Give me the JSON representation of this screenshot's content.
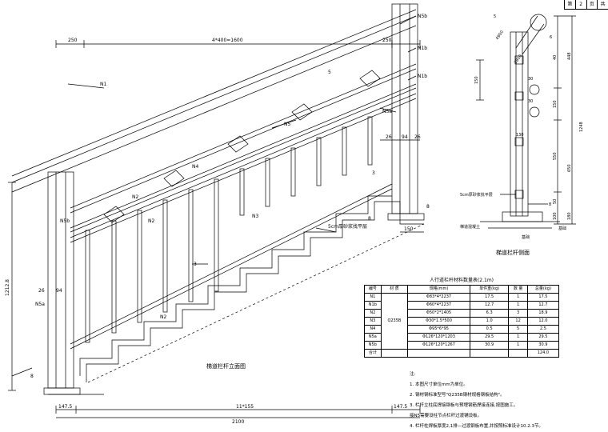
{
  "sheet": {
    "cells": [
      "第",
      "2",
      "页",
      "共"
    ]
  },
  "elevation": {
    "title": "梯道栏杆立面图",
    "dims": {
      "d250_left": "250",
      "d_span": "4*400=1600",
      "d250_right": "250",
      "d26_a": "26",
      "d94": "94",
      "d26_b": "26",
      "d150": "150",
      "d1212": "1212.8",
      "d26_c": "26",
      "d94_b": "94",
      "d147_left": "147.5",
      "d_steps": "11*155",
      "d147_right": "147.5",
      "d2100": "2100"
    },
    "labels": {
      "N1": "N1",
      "N5b_top": "N5b",
      "N1b_a": "N1b",
      "N1b_b": "N1b",
      "N5a_right": "N5a",
      "N5": "N5",
      "N4": "N4",
      "N2_a": "N2",
      "N3": "N3",
      "N5b_left": "N5b",
      "N2_b": "N2",
      "N5a_left": "N5a",
      "N2c": "N2",
      "ref3": "3",
      "ref8_a": "8",
      "ref8_b": "8",
      "ref3_top": "3",
      "ref8_c": "8",
      "ref5": "5"
    },
    "mortar_note": "5cm厚砂浆找平层"
  },
  "side": {
    "title": "梯道栏杆侧面",
    "labels": {
      "ref5": "5",
      "ref6": "6",
      "r4900": "4900",
      "r1800": "1800",
      "d150": "150",
      "d30a": "30",
      "d30b": "30",
      "d150b": "150",
      "d130": "130",
      "d550": "550",
      "d650": "650",
      "d40a": "40",
      "d448": "448",
      "d1248": "1248",
      "d50": "50",
      "d100": "100",
      "d180": "180",
      "ref8": "8"
    },
    "mortar_note": "5cm厚砂浆找平层",
    "base_note": "梯道混凝土",
    "base_note2": "基础"
  },
  "material_table": {
    "caption": "人行道栏杆材料数量表(2.1m)",
    "headers": [
      "编号",
      "材 质",
      "规格(mm)",
      "单件重(kg)",
      "数 量",
      "总量(kg)"
    ],
    "material": "Q235B",
    "rows": [
      {
        "no": "N1",
        "spec": "Φ83*4*2237",
        "unit": "17.5",
        "qty": "1",
        "total": "17.5"
      },
      {
        "no": "N1b",
        "spec": "Φ60*4*2237",
        "unit": "12.7",
        "qty": "1",
        "total": "12.7"
      },
      {
        "no": "N2",
        "spec": "Φ50*2*1405",
        "unit": "6.3",
        "qty": "3",
        "total": "18.9"
      },
      {
        "no": "N3",
        "spec": "Φ30*1.5*500",
        "unit": "1.0",
        "qty": "12",
        "total": "12.0"
      },
      {
        "no": "N4",
        "spec": "Φ95*6*95",
        "unit": "0.5",
        "qty": "5",
        "total": "2.5"
      },
      {
        "no": "N5a",
        "spec": "Φ126*120*1203",
        "unit": "29.5",
        "qty": "1",
        "total": "29.5"
      },
      {
        "no": "N5b",
        "spec": "Φ126*120*1267",
        "unit": "30.9",
        "qty": "1",
        "total": "30.9"
      }
    ],
    "sum_label": "合计",
    "sum_total": "124.0"
  },
  "notes": {
    "title": "注:",
    "items": [
      "1. 本图尺寸单位mm为单位。",
      "2. 钢材钢标准型号\"Q235B钢材规格钢板结构\"。",
      "3. 栏杆立柱底焊接钢板与预埋钢筋焊接连接,按图施工。",
      "   接N5需要设柱节点栏杆过渡铺设板。",
      "4. 栏杆柱焊板厚度2,1排—过渡钢板布置,并按照标准设计10.2.3节。"
    ]
  }
}
